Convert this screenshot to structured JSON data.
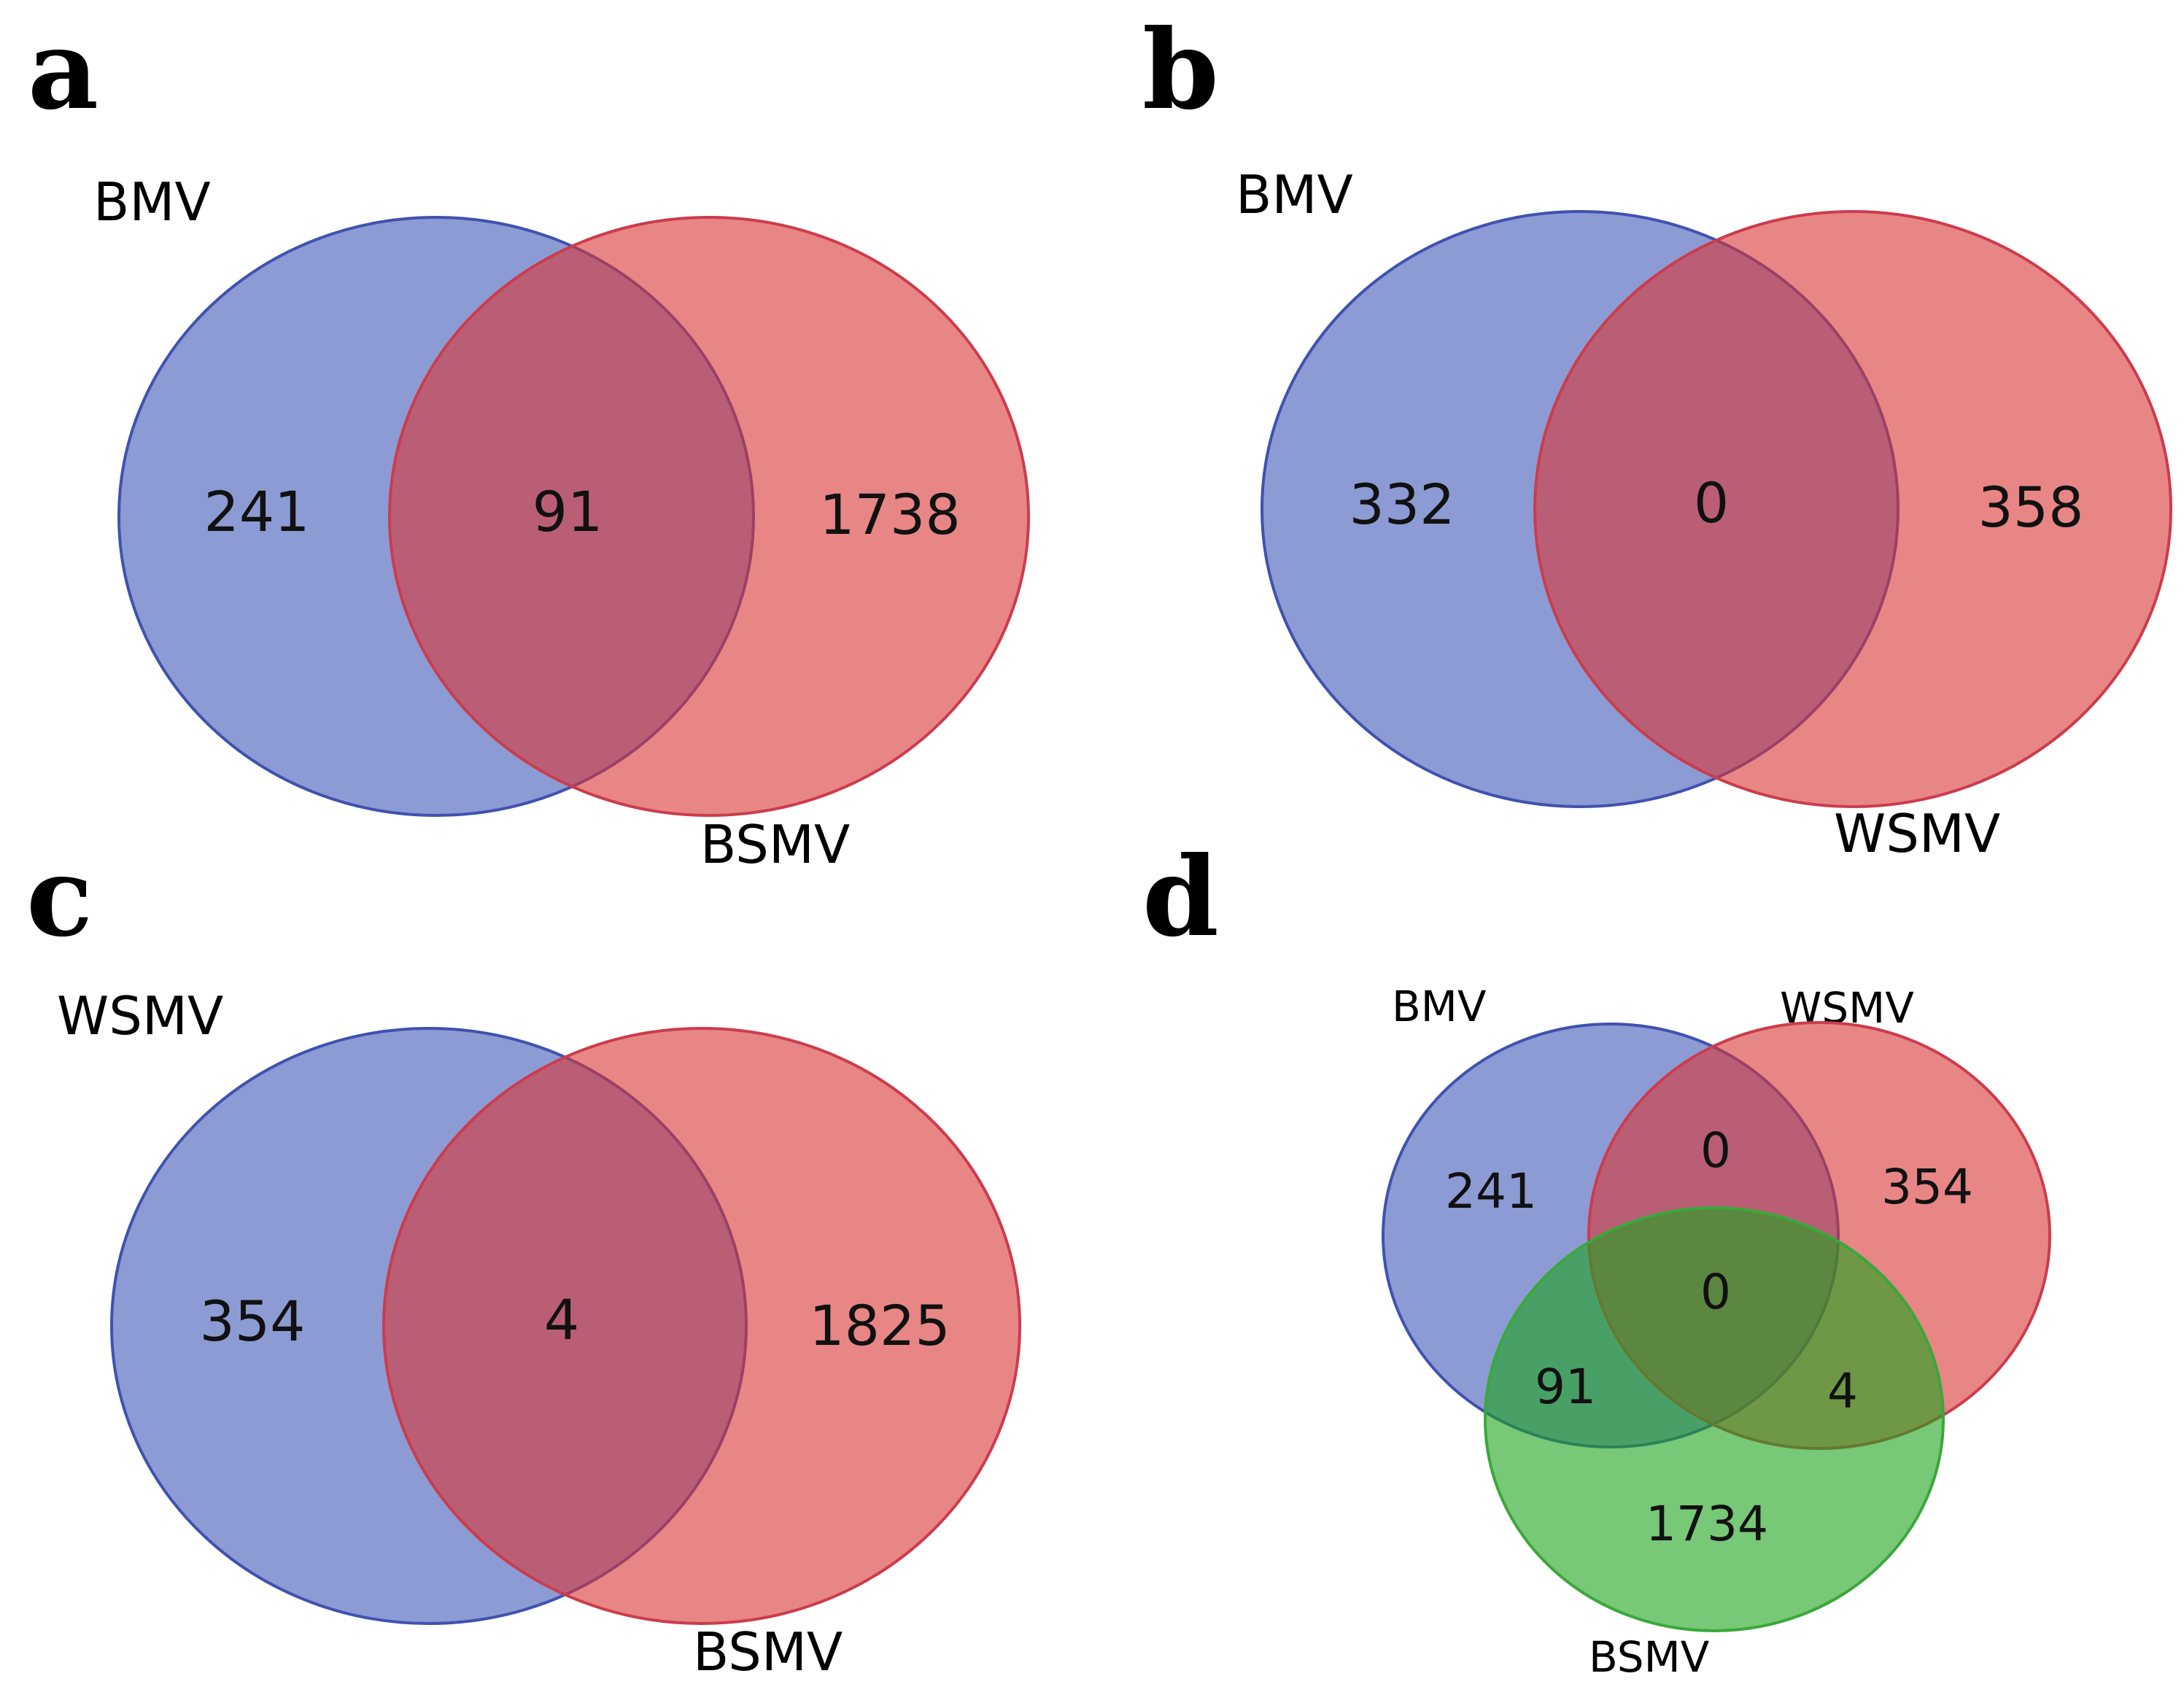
{
  "colors": {
    "blue_fill": "#3F59B8",
    "blue_stroke": "#3F52B0",
    "red_fill": "#D83636",
    "red_stroke": "#CC3C4C",
    "green_fill": "#1CA41C",
    "green_stroke": "#3AA83A",
    "fill_opacity": 0.6
  },
  "panels": {
    "a": {
      "letter": "a",
      "sets": {
        "left": "BMV",
        "right": "BSMV"
      },
      "counts": {
        "left_only": "241",
        "both": "91",
        "right_only": "1738"
      }
    },
    "b": {
      "letter": "b",
      "sets": {
        "left": "BMV",
        "right": "WSMV"
      },
      "counts": {
        "left_only": "332",
        "both": "0",
        "right_only": "358"
      }
    },
    "c": {
      "letter": "c",
      "sets": {
        "left": "WSMV",
        "right": "BSMV"
      },
      "counts": {
        "left_only": "354",
        "both": "4",
        "right_only": "1825"
      }
    },
    "d": {
      "letter": "d",
      "sets": {
        "first": "BMV",
        "second": "WSMV",
        "third": "BSMV"
      },
      "counts": {
        "first_only": "241",
        "second_only": "354",
        "third_only": "1734",
        "first_second": "0",
        "first_third": "91",
        "second_third": "4",
        "all_three": "0"
      }
    }
  }
}
